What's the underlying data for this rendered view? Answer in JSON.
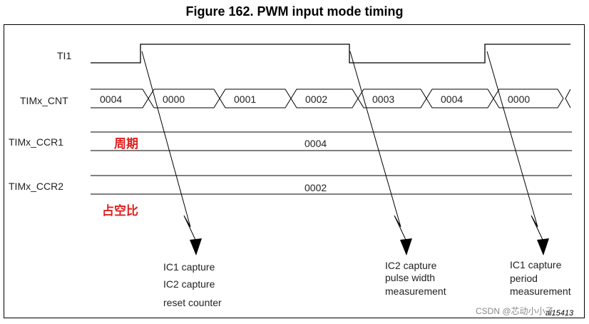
{
  "figure": {
    "title": "Figure 162. PWM input mode timing"
  },
  "signals": {
    "ti1": "TI1",
    "cnt": "TIMx_CNT",
    "ccr1": "TIMx_CCR1",
    "ccr2": "TIMx_CCR2"
  },
  "cnt_values": [
    "0004",
    "0000",
    "0001",
    "0002",
    "0003",
    "0004",
    "0000"
  ],
  "ccr1_value": "0004",
  "ccr2_value": "0002",
  "annotations": {
    "period_cn": "周期",
    "duty_cn": "占空比"
  },
  "events": {
    "e1": {
      "line1": "IC1 capture",
      "line2": "IC2 capture",
      "line3": "reset counter"
    },
    "e2": {
      "line1": "IC2 capture",
      "line2": "pulse width",
      "line3": "measurement"
    },
    "e3": {
      "line1": "IC1 capture",
      "line2": "period",
      "line3": "measurement"
    }
  },
  "figure_id": "ai15413",
  "watermark": "CSDN @芯动小小子"
}
